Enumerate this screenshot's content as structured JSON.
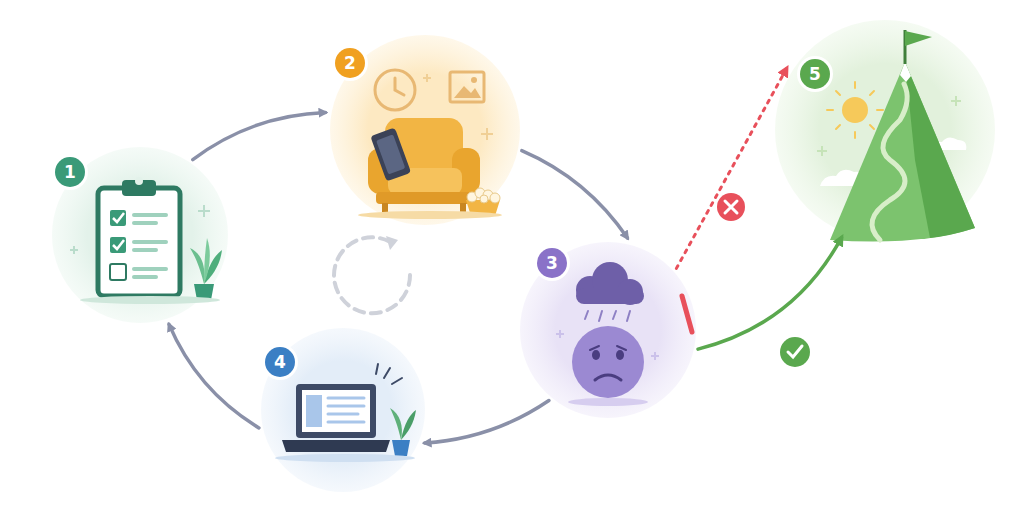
{
  "diagram": {
    "nodes": [
      {
        "text": [
          "1"
        ]
      },
      {
        "text": [
          "2"
        ]
      },
      {
        "text": [
          "3"
        ]
      },
      {
        "text": [
          "4"
        ]
      },
      {
        "text": [
          "5"
        ]
      }
    ],
    "edges": [
      {
        "from": 0,
        "to": 1,
        "arrow": "to"
      },
      {
        "from": 1,
        "to": 2,
        "arrow": "to"
      },
      {
        "from": 2,
        "to": 3,
        "arrow": "to"
      },
      {
        "from": 3,
        "to": 0,
        "arrow": "to"
      },
      {
        "from": 2,
        "to": 4,
        "arrow": "to"
      },
      {
        "from": 2,
        "to": 4,
        "arrow": "to"
      }
    ]
  }
}
